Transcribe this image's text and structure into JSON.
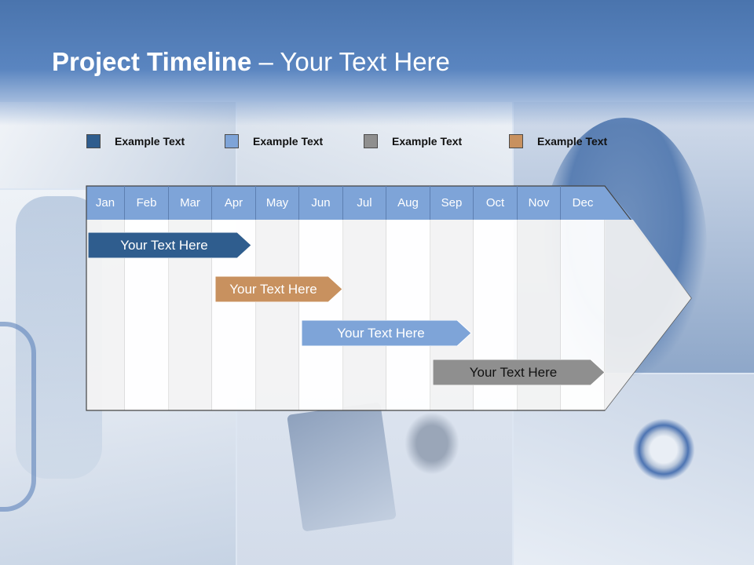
{
  "title": {
    "bold": "Project Timeline",
    "rest": " – Your Text Here"
  },
  "legend": [
    {
      "label": "Example Text",
      "color": "#2f5d8e"
    },
    {
      "label": "Example Text",
      "color": "#7ea4d8"
    },
    {
      "label": "Example Text",
      "color": "#8f8f8f"
    },
    {
      "label": "Example Text",
      "color": "#c8915f"
    }
  ],
  "months": [
    "Jan",
    "Feb",
    "Mar",
    "Apr",
    "May",
    "Jun",
    "Jul",
    "Aug",
    "Sep",
    "Oct",
    "Nov",
    "Dec"
  ],
  "colors": {
    "header": "#5a85c0",
    "month_band": "#7ea4d8",
    "column_light": "#f3f3f3",
    "column_white": "#ffffff"
  },
  "tasks": [
    {
      "label": "Your  Text Here",
      "color": "#2f5d8e",
      "text_color": "#ffffff"
    },
    {
      "label": "Your  Text Here",
      "color": "#c8915f",
      "text_color": "#ffffff"
    },
    {
      "label": "Your  Text Here",
      "color": "#7ea4d8",
      "text_color": "#ffffff"
    },
    {
      "label": "Your  Text Here",
      "color": "#8f8f8f",
      "text_color": "#111111"
    }
  ]
}
